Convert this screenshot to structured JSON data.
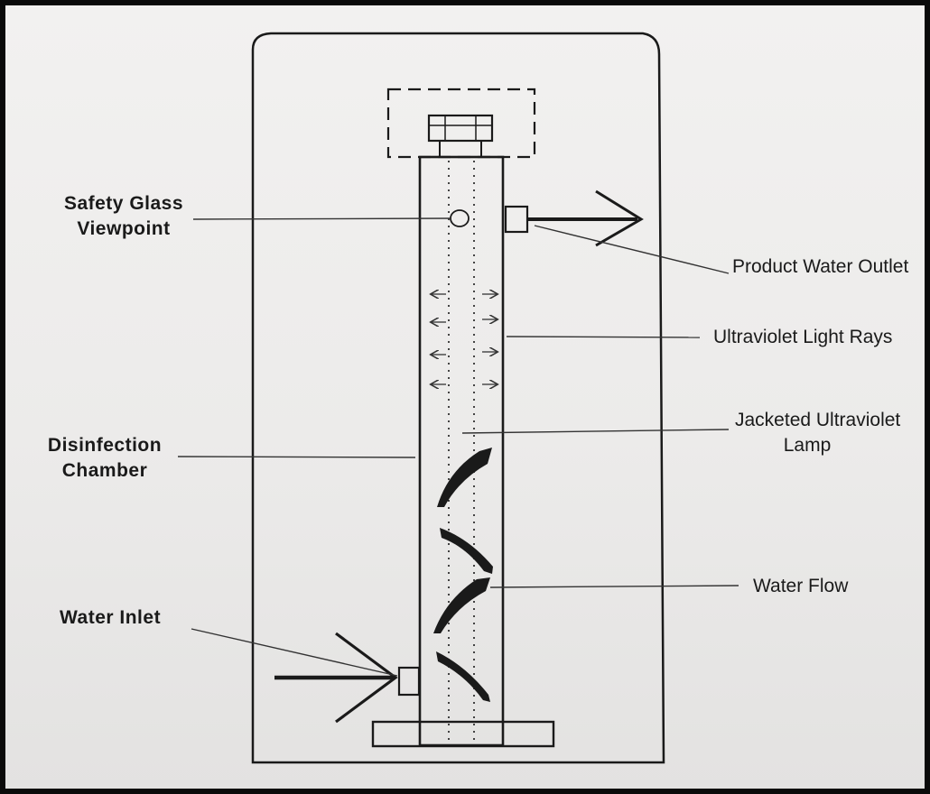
{
  "diagram": {
    "labels": {
      "safety_glass_line1": "Safety Glass",
      "safety_glass_line2": "Viewpoint",
      "product_water_outlet": "Product Water Outlet",
      "ultraviolet_light_rays": "Ultraviolet Light Rays",
      "jacketed_lamp_line1": "Jacketed Ultraviolet",
      "jacketed_lamp_line2": "Lamp",
      "disinfection_line1": "Disinfection",
      "disinfection_line2": "Chamber",
      "water_flow": "Water Flow",
      "water_inlet": "Water Inlet"
    },
    "colors": {
      "ink": "#1a1a1a",
      "paper": "#efeeed",
      "frame": "#0a0a0a"
    }
  }
}
